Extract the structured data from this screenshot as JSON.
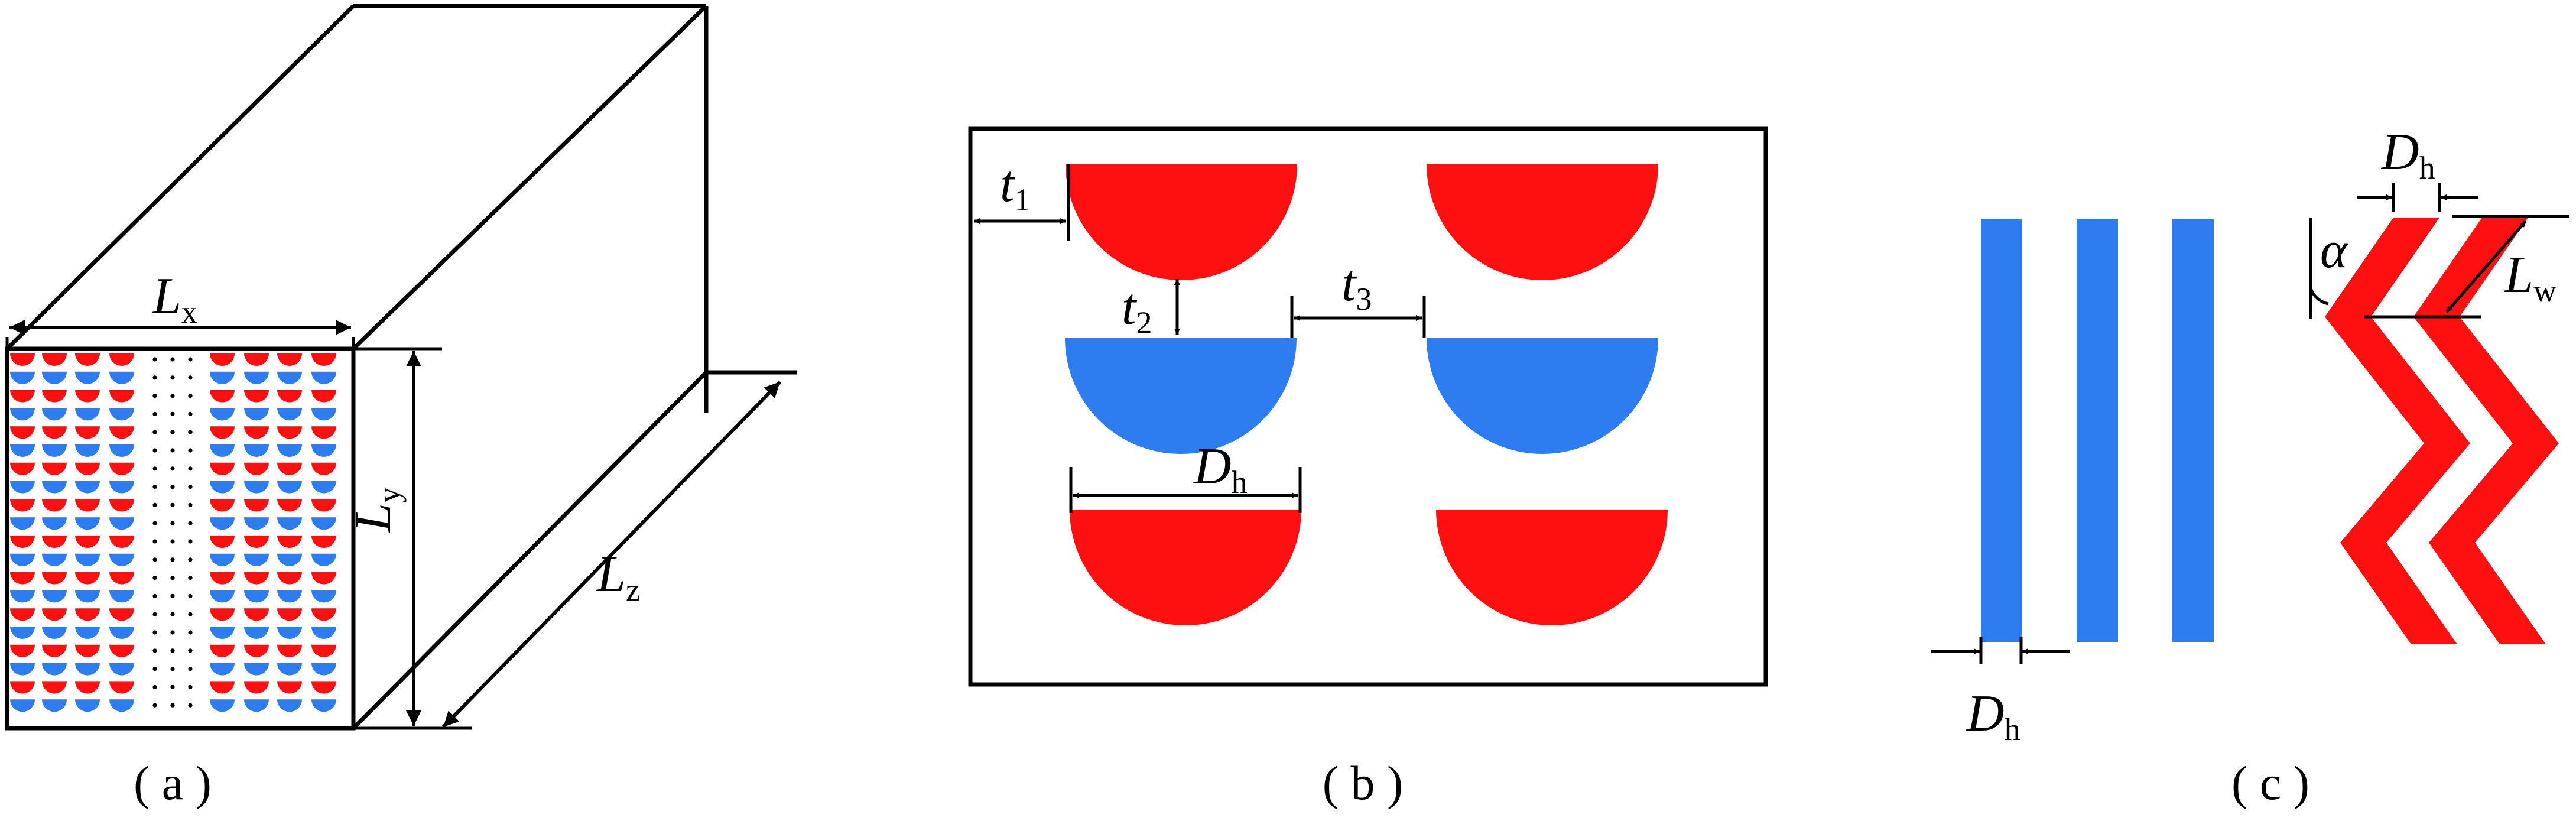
{
  "colors": {
    "red": "#ff1010",
    "blue": "#2d7df0",
    "stroke": "#000000",
    "background": "#ffffff"
  },
  "panel_a": {
    "caption": "( a )",
    "label_Lx": {
      "main": "L",
      "sub": "x"
    },
    "label_Ly": {
      "main": "L",
      "sub": "y"
    },
    "label_Lz": {
      "main": "L",
      "sub": "z"
    },
    "grid_rows": 20,
    "left_columns": 4,
    "right_columns": 4,
    "ellipsis_glyph": "⋮"
  },
  "panel_b": {
    "caption": "( b )",
    "label_t1": {
      "main": "t",
      "sub": "1"
    },
    "label_t2": {
      "main": "t",
      "sub": "2"
    },
    "label_t3": {
      "main": "t",
      "sub": "3"
    },
    "label_Dh": {
      "main": "D",
      "sub": "h"
    },
    "shapes": [
      {
        "row": 1,
        "col": 1,
        "color": "red"
      },
      {
        "row": 1,
        "col": 2,
        "color": "red"
      },
      {
        "row": 2,
        "col": 1,
        "color": "blue"
      },
      {
        "row": 2,
        "col": 2,
        "color": "blue"
      },
      {
        "row": 3,
        "col": 1,
        "color": "red"
      },
      {
        "row": 3,
        "col": 2,
        "color": "red"
      }
    ]
  },
  "panel_c": {
    "caption": "( c )",
    "label_Dh_top": {
      "main": "D",
      "sub": "h"
    },
    "label_Dh_bottom": {
      "main": "D",
      "sub": "h"
    },
    "label_alpha": "α",
    "label_Lw": {
      "main": "L",
      "sub": "w"
    },
    "straight_channels": 3,
    "zigzag_channels": 2
  }
}
